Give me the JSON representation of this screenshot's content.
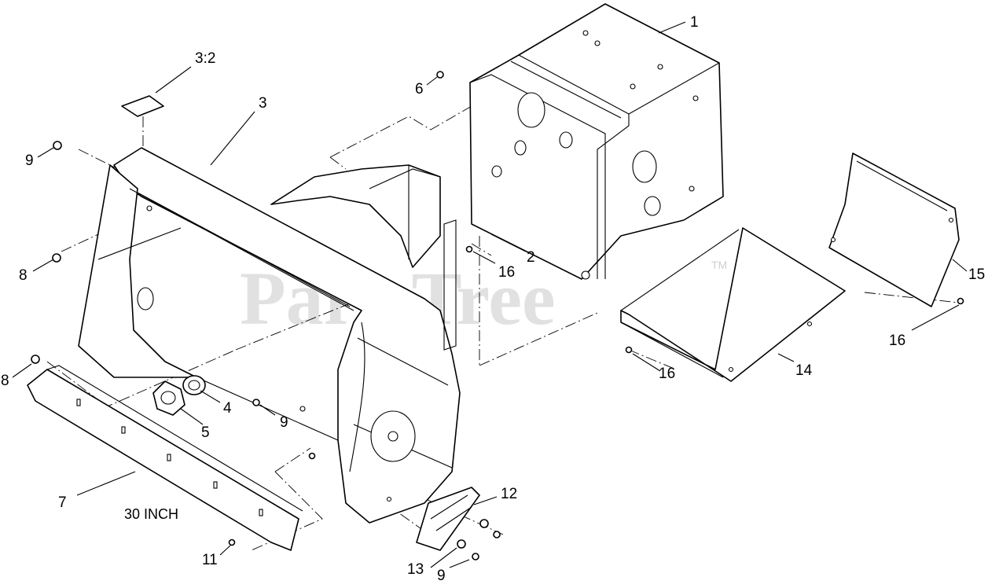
{
  "watermark": {
    "text": "PartsTree",
    "mark": "TM"
  },
  "note": {
    "text": "30 INCH"
  },
  "callouts": [
    {
      "id": "c-1",
      "label": "1"
    },
    {
      "id": "c-2",
      "label": "2"
    },
    {
      "id": "c-3",
      "label": "3"
    },
    {
      "id": "c-3-2",
      "label": "3:2"
    },
    {
      "id": "c-4",
      "label": "4"
    },
    {
      "id": "c-5",
      "label": "5"
    },
    {
      "id": "c-6",
      "label": "6"
    },
    {
      "id": "c-7",
      "label": "7"
    },
    {
      "id": "c-8a",
      "label": "8"
    },
    {
      "id": "c-8b",
      "label": "8"
    },
    {
      "id": "c-9a",
      "label": "9"
    },
    {
      "id": "c-9b",
      "label": "9"
    },
    {
      "id": "c-9c",
      "label": "9"
    },
    {
      "id": "c-11",
      "label": "11"
    },
    {
      "id": "c-12",
      "label": "12"
    },
    {
      "id": "c-13",
      "label": "13"
    },
    {
      "id": "c-14",
      "label": "14"
    },
    {
      "id": "c-15",
      "label": "15"
    },
    {
      "id": "c-16a",
      "label": "16"
    },
    {
      "id": "c-16b",
      "label": "16"
    },
    {
      "id": "c-16c",
      "label": "16"
    }
  ]
}
